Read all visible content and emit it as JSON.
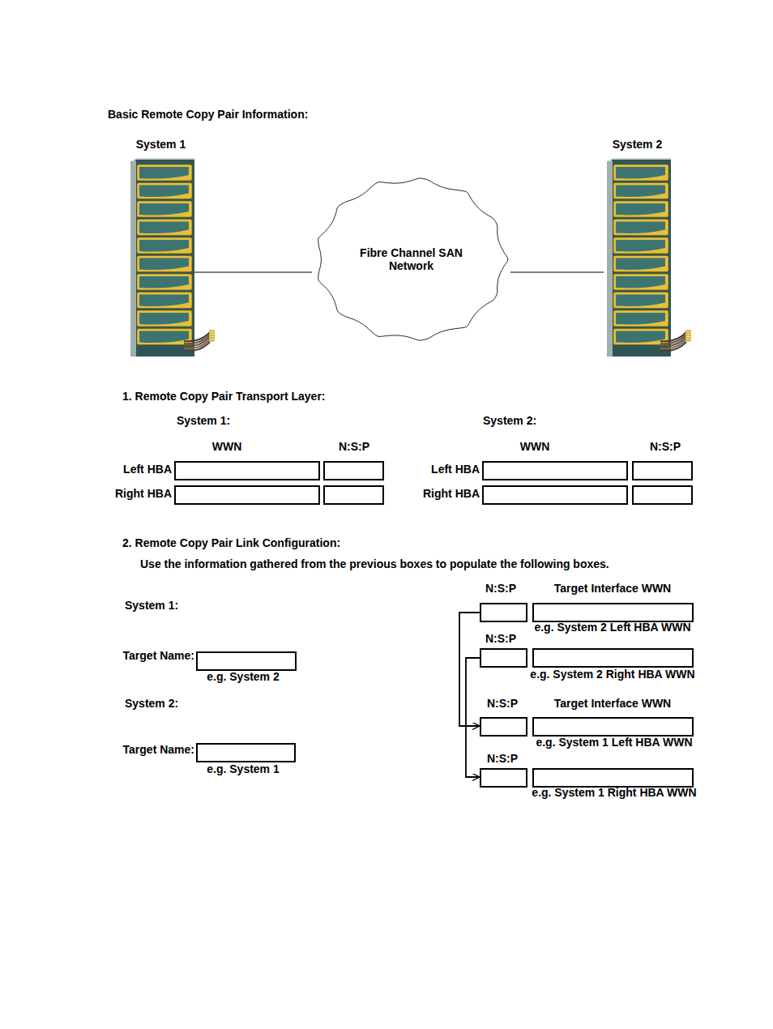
{
  "diagram": {
    "title": "Basic Remote Copy Pair Information:",
    "nodes": [
      {
        "text": [
          "System 1"
        ]
      },
      {
        "text": [
          "Fibre Channel SAN Network"
        ]
      },
      {
        "text": [
          "System 2"
        ]
      }
    ],
    "edges": [
      {
        "from": 0,
        "to": 1,
        "arrow": "none"
      },
      {
        "from": 1,
        "to": 2,
        "arrow": "none"
      }
    ],
    "labels": [
      "1. Remote Copy Pair Transport Layer:",
      "System 1:",
      "System 2:",
      "WWN",
      "N:S:P",
      "WWN",
      "N:S:P",
      "Left HBA",
      "Left HBA",
      "Right HBA",
      "Right HBA",
      "2. Remote Copy Pair Link Configuration:",
      "Use the information gathered from the previous boxes to populate the following boxes.",
      "N:S:P",
      "Target Interface WWN",
      "System 1:",
      "e.g. System 2 Left HBA WWN",
      "N:S:P",
      "Target Name:",
      "e.g. System 2",
      "e.g. System 2 Right HBA WWN",
      "System 2:",
      "N:S:P",
      "Target Interface WWN",
      "e.g. System 1 Left HBA WWN",
      "Target Name:",
      "N:S:P",
      "e.g. System 1",
      "e.g. System 1 Right HBA WWN"
    ]
  }
}
